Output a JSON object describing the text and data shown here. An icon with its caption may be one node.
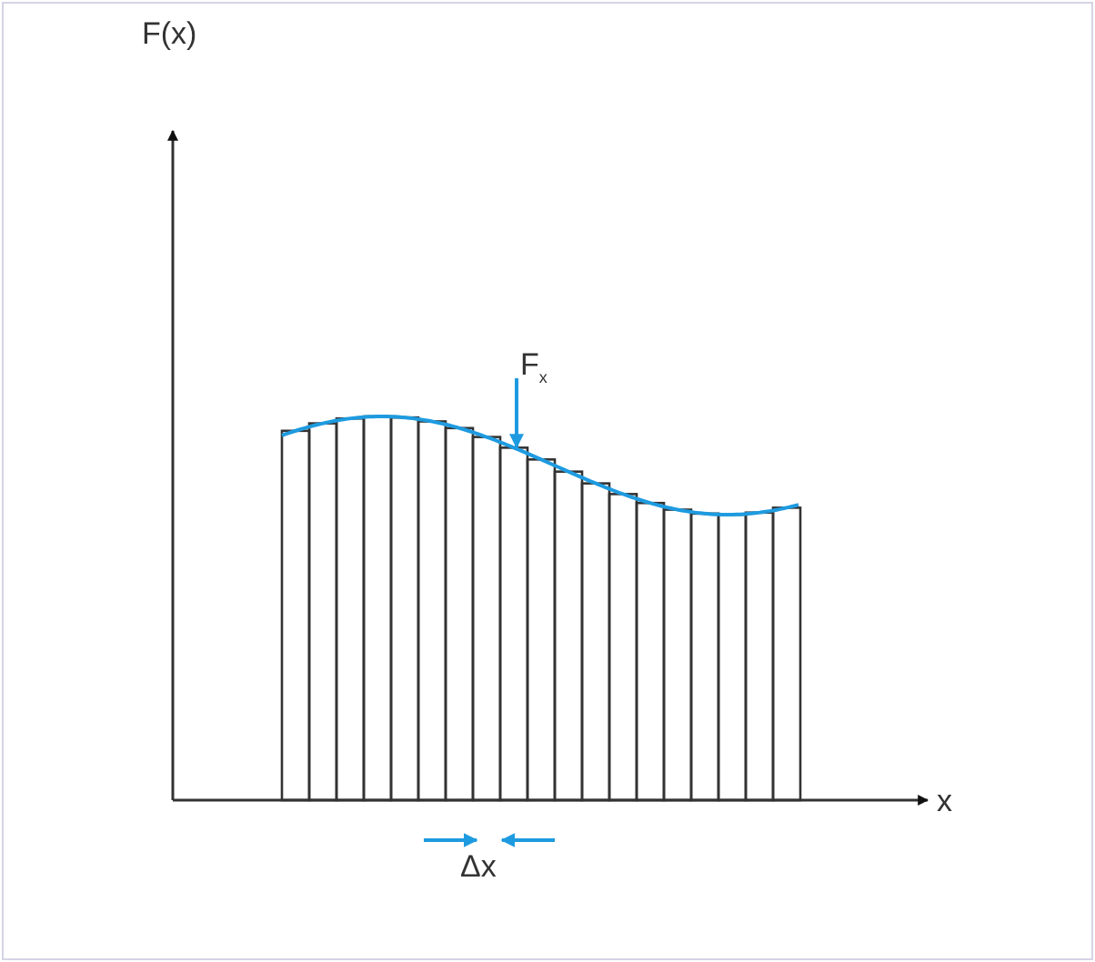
{
  "diagram": {
    "nodes": [
      {
        "text": [
          "F$_{x}$"
        ]
      },
      {
        "text": [],
        "shape": "curve"
      }
    ],
    "edges": [
      {
        "from": 0,
        "to": 1,
        "arrow": "to",
        "color": "#1e9be0"
      }
    ],
    "labels": [
      "F(x)",
      "x",
      "Δx"
    ]
  }
}
